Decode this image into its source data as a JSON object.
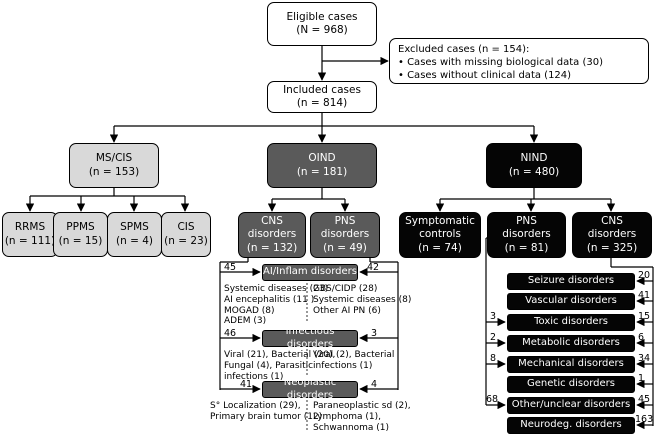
{
  "eligible": {
    "title": "Eligible cases",
    "n": "(N = 968)"
  },
  "excluded": {
    "title": "Excluded cases (n = 154):",
    "items": [
      "• Cases with missing biological data (30)",
      "• Cases without clinical data (124)"
    ]
  },
  "included": {
    "title": "Included cases",
    "n": "(n = 814)"
  },
  "ms": {
    "title": "MS/CIS",
    "n": "(n = 153)"
  },
  "oind": {
    "title": "OIND",
    "n": "(n = 181)"
  },
  "nind": {
    "title": "NIND",
    "n": "(n = 480)"
  },
  "ms_sub": [
    {
      "title": "RRMS",
      "n": "(n = 111)"
    },
    {
      "title": "PPMS",
      "n": "(n = 15)"
    },
    {
      "title": "SPMS",
      "n": "(n = 4)"
    },
    {
      "title": "CIS",
      "n": "(n = 23)"
    }
  ],
  "oind_sub": [
    {
      "title": "CNS",
      "title2": "disorders",
      "n": "(n = 132)"
    },
    {
      "title": "PNS",
      "title2": "disorders",
      "n": "(n = 49)"
    }
  ],
  "nind_sub": [
    {
      "title": "Symptomatic",
      "title2": "controls",
      "n": "(n = 74)"
    },
    {
      "title": "PNS",
      "title2": "disorders",
      "n": "(n = 81)"
    },
    {
      "title": "CNS",
      "title2": "disorders",
      "n": "(n = 325)"
    }
  ],
  "oind_cats": [
    {
      "title": "AI/Inflam disorders",
      "cns_n": "45",
      "pns_n": "42",
      "cns_lines": [
        "Systemic diseases (23)",
        "AI encephalitis (11 )",
        "MOGAD (8)",
        "ADEM (3)"
      ],
      "pns_lines": [
        "GBS/CIDP (28)",
        "Systemic diseases (8)",
        "Other AI PN (6)"
      ]
    },
    {
      "title": "Infectious disorders",
      "cns_n": "46",
      "pns_n": "3",
      "cns_lines": [
        "Viral (21), Bacterial (20),",
        "Fungal (4), Parasitic",
        "infections (1)"
      ],
      "pns_lines": [
        "Viral (2), Bacterial",
        "infections (1)"
      ]
    },
    {
      "title": "Neoplastic disorders",
      "cns_n": "41",
      "pns_n": "4",
      "cns_lines": [
        "S° Localization (29),",
        "Primary brain tumor (12)"
      ],
      "pns_lines": [
        "Paraneoplastic sd (2),",
        "Lymphoma (1),",
        "Schwannoma (1)"
      ]
    }
  ],
  "nind_cats": [
    {
      "title": "Seizure disorders",
      "pns_n": "",
      "cns_n": "20"
    },
    {
      "title": "Vascular disorders",
      "pns_n": "",
      "cns_n": "41"
    },
    {
      "title": "Toxic disorders",
      "pns_n": "3",
      "cns_n": "15"
    },
    {
      "title": "Metabolic disorders",
      "pns_n": "2",
      "cns_n": "6"
    },
    {
      "title": "Mechanical disorders",
      "pns_n": "8",
      "cns_n": "34"
    },
    {
      "title": "Genetic disorders",
      "pns_n": "",
      "cns_n": "1"
    },
    {
      "title": "Other/unclear disorders",
      "pns_n": "68",
      "cns_n": "45"
    },
    {
      "title": "Neurodeg. disorders",
      "pns_n": "",
      "cns_n": "163"
    }
  ]
}
